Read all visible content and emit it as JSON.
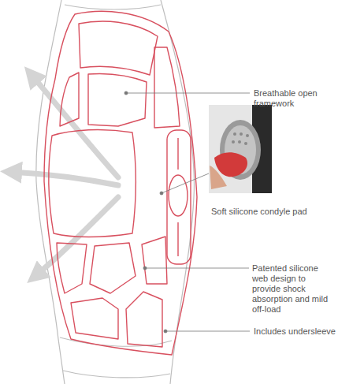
{
  "diagram": {
    "labels": [
      "Breathable open framework",
      "Soft silicone condyle pad",
      "Patented silicone web design to provide shock absorption and mild off-load",
      "Includes undersleeve"
    ]
  }
}
